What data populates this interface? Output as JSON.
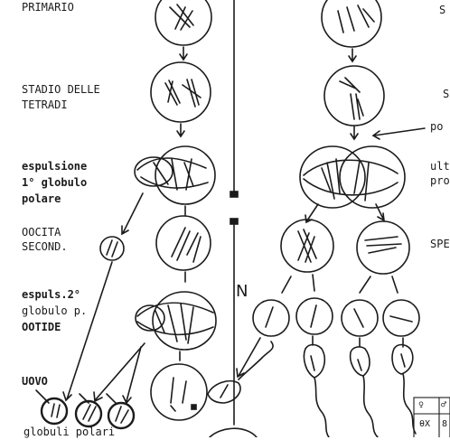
{
  "female": {
    "primary": "PRIMARIO",
    "tetrad_line1": "STADIO DELLE",
    "tetrad_line2": "TETRADI",
    "expulsion1_line1": "espulsione",
    "expulsion1_line2": "1° globulo",
    "expulsion1_line3": "polare",
    "oocyte2_line1": "OOCITA",
    "oocyte2_line2": "SECOND.",
    "expulsion2_line1": "espuls.2°",
    "expulsion2_line2": "globulo p.",
    "ootid": "OOTIDE",
    "egg": "UOVO",
    "polar_bodies": "globuli polari"
  },
  "center_label": "N",
  "male": {
    "s1": "S",
    "s2": "S",
    "po": "po",
    "ult_line1": "ult",
    "ult_line2": "pro",
    "spe": "SPE"
  },
  "table": {
    "female_symbol": "♀",
    "male_symbol": "♂",
    "bottom_left": "θX",
    "bottom_right": "8"
  },
  "colors": {
    "ink": "#1b1b1b",
    "paper": "#ffffff"
  }
}
